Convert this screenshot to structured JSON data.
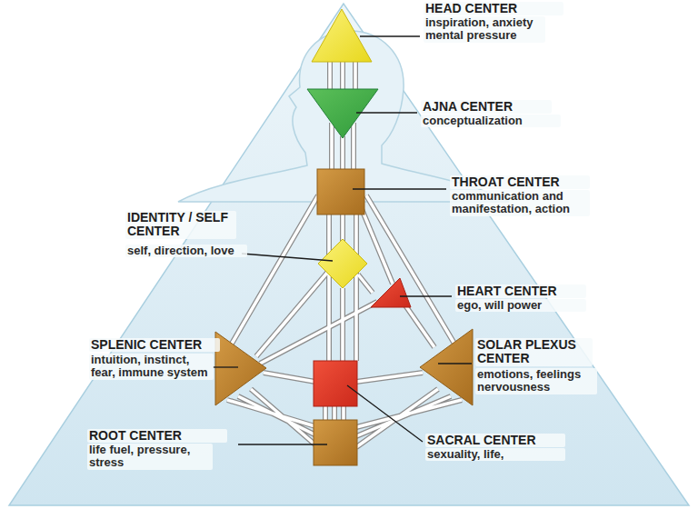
{
  "diagram": {
    "labels": [
      "HEAD CENTER",
      "inspiration, anxiety mental pressure",
      "AJNA CENTER",
      "conceptualization",
      "THROAT CENTER",
      "communication and manifestation, action",
      "IDENTITY / SELF CENTER",
      "self, direction, love",
      "HEART CENTER",
      "ego, will power",
      "SPLENIC CENTER",
      "intuition, instinct, fear, immune system",
      "SOLAR PLEXUS CENTER",
      "emotions, feelings nervousness",
      "ROOT CENTER",
      "life fuel, pressure, stress",
      "SACRAL CENTER",
      "sexuality, life,"
    ]
  }
}
